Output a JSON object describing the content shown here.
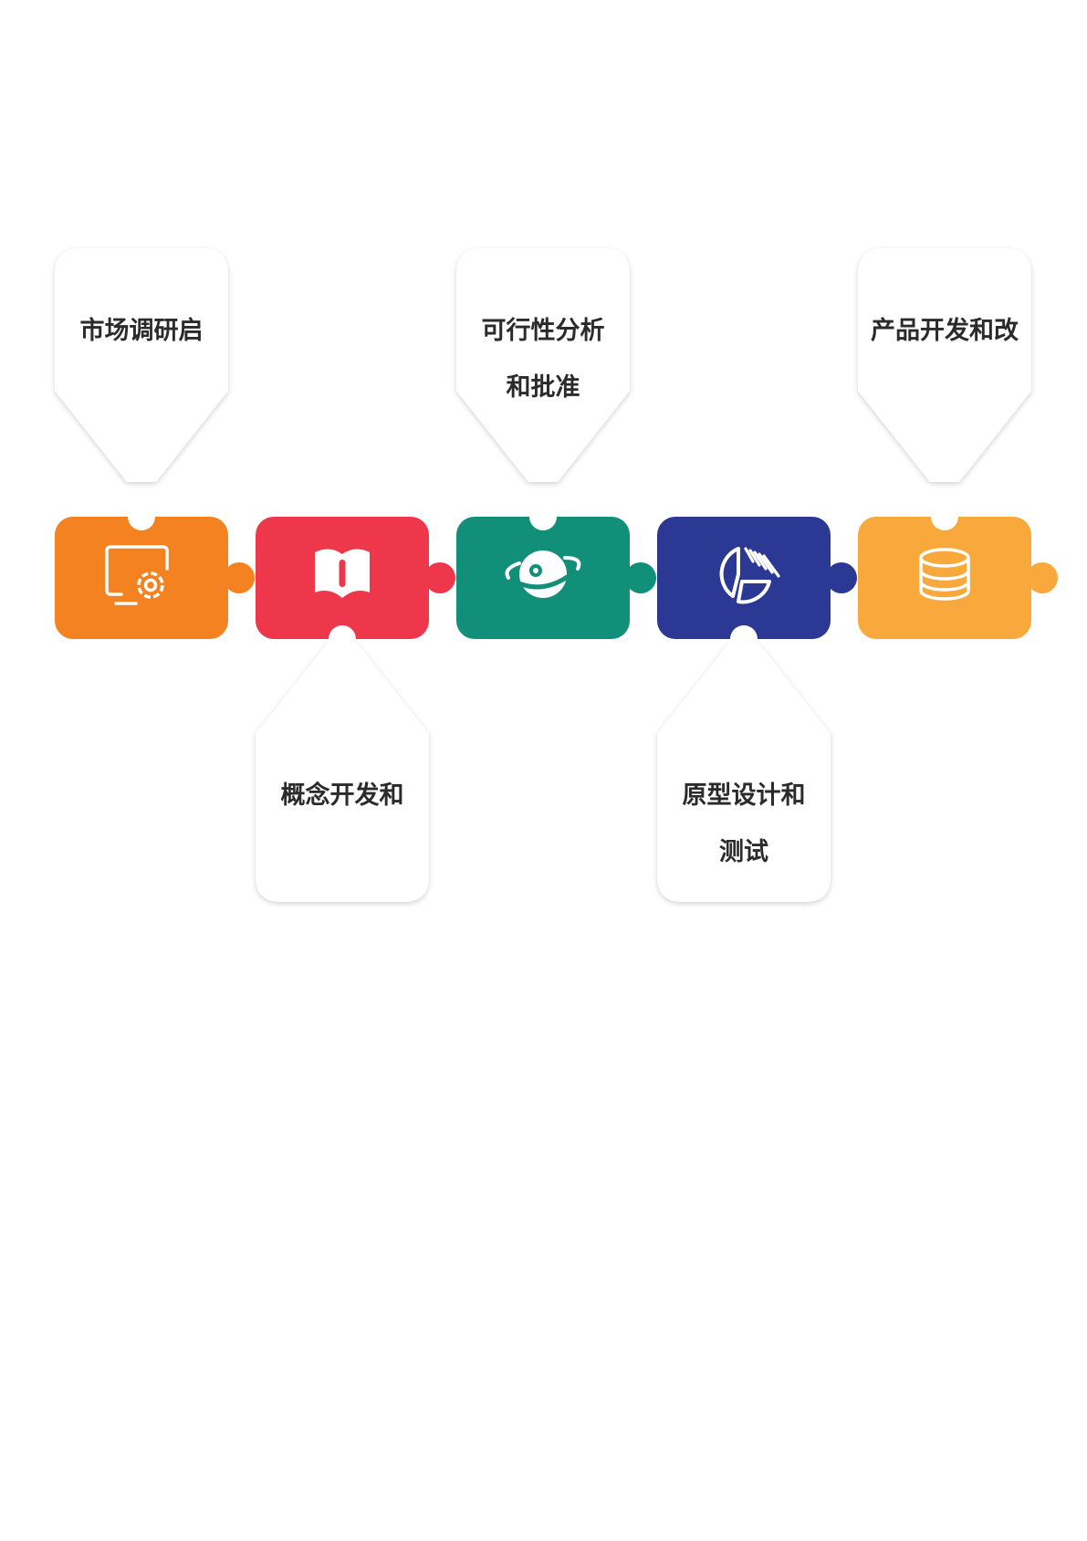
{
  "steps": [
    {
      "label_lines": [
        "市场调研启"
      ],
      "color": "#F58220",
      "icon": "monitor-gear-icon",
      "position": "top"
    },
    {
      "label_lines": [
        "概念开发和"
      ],
      "color": "#EE374B",
      "icon": "book-icon",
      "position": "bottom"
    },
    {
      "label_lines": [
        "可行性分析",
        "和批准"
      ],
      "color": "#128F78",
      "icon": "planet-icon",
      "position": "top"
    },
    {
      "label_lines": [
        "原型设计和",
        "测试"
      ],
      "color": "#2B3894",
      "icon": "pie-chart-icon",
      "position": "bottom"
    },
    {
      "label_lines": [
        "产品开发和改"
      ],
      "color": "#F9A93B",
      "icon": "database-icon",
      "position": "top"
    }
  ]
}
